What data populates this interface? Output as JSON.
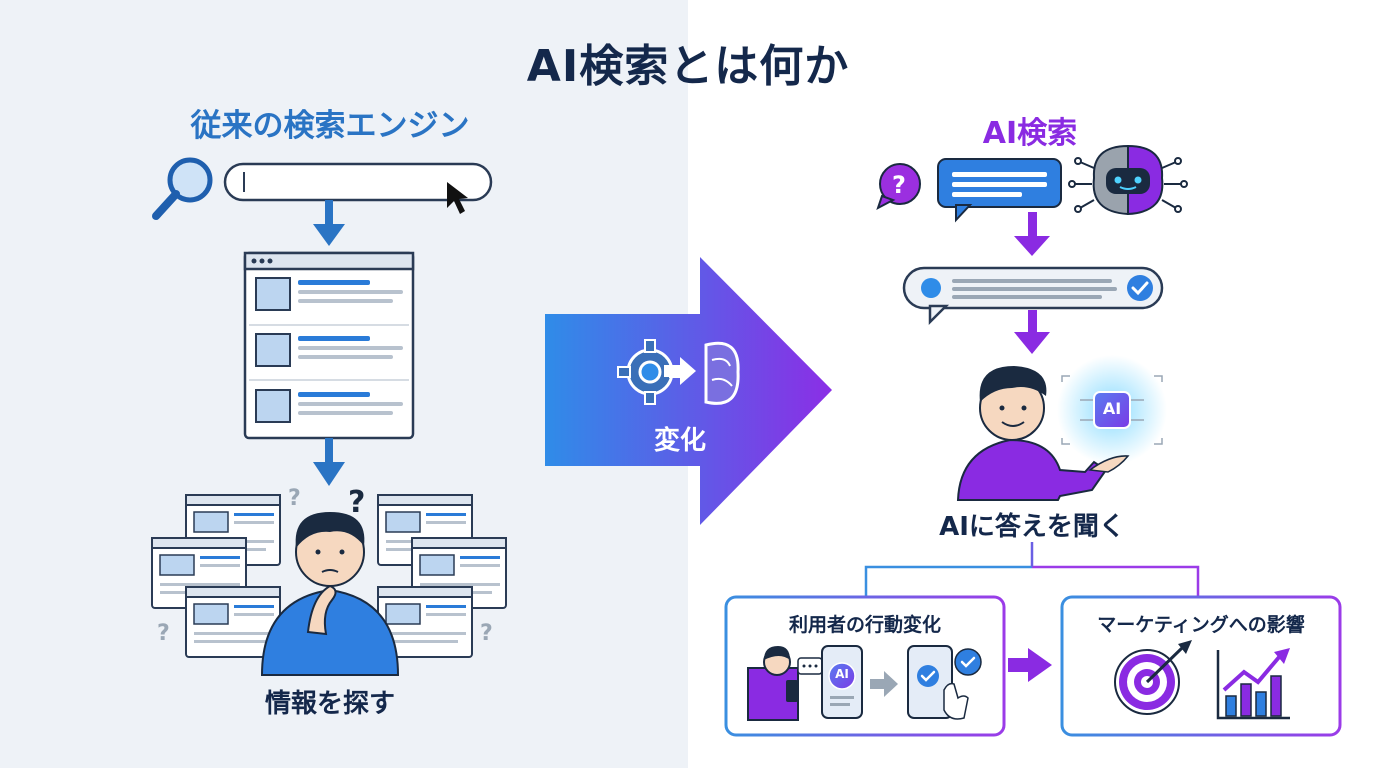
{
  "title": "AI検索とは何か",
  "left": {
    "heading": "従来の検索エンジン",
    "caption": "情報を探す"
  },
  "middle": {
    "label": "変化"
  },
  "right": {
    "heading": "AI検索",
    "caption": "AIに答えを聞く",
    "ai_badge": "AI",
    "boxes": [
      {
        "title": "利用者の行動変化",
        "ai_chip": "AI"
      },
      {
        "title": "マーケティングへの影響"
      }
    ]
  },
  "colors": {
    "navy": "#14284b",
    "blue": "#2a74c4",
    "purple": "#8a2be2",
    "left_bg": "#eef2f7"
  }
}
